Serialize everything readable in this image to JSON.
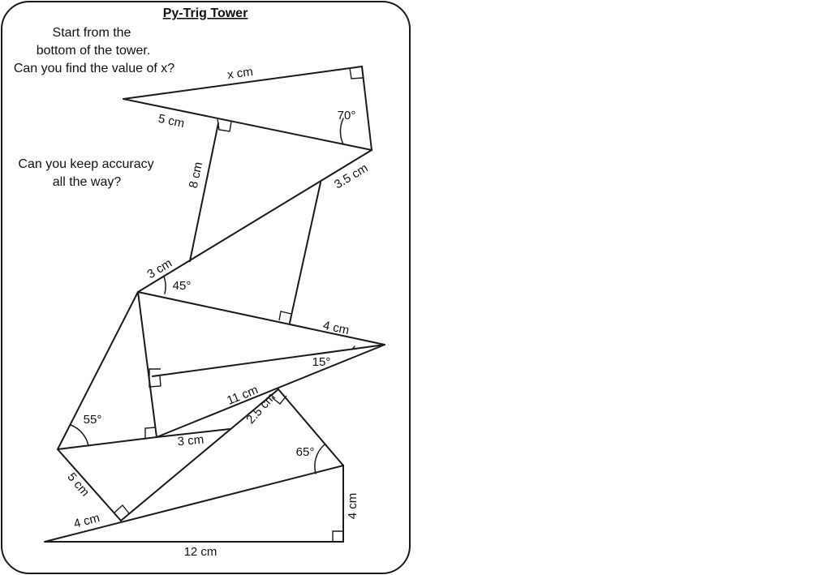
{
  "title": "Py-Trig Tower",
  "instructions": {
    "line1": "Start from the",
    "line2": "bottom of the tower.",
    "line3": "Can you find the value of x?",
    "line4": "Can you keep accuracy",
    "line5": "all the way?"
  },
  "labels": {
    "top_hyp": "x cm",
    "top_5": "5 cm",
    "angle_70": "70°",
    "side_8": "8 cm",
    "side_3_5": "3.5 cm",
    "side_3_upper": "3 cm",
    "angle_45": "45°",
    "side_4_mid": "4 cm",
    "angle_15": "15°",
    "side_11": "11 cm",
    "side_2_5": "2.5 cm",
    "angle_55": "55°",
    "side_3_lower": "3 cm",
    "angle_65": "65°",
    "side_5_lower": "5 cm",
    "side_4_lower": "4 cm",
    "side_4_vertical": "4 cm",
    "side_12": "12 cm"
  }
}
